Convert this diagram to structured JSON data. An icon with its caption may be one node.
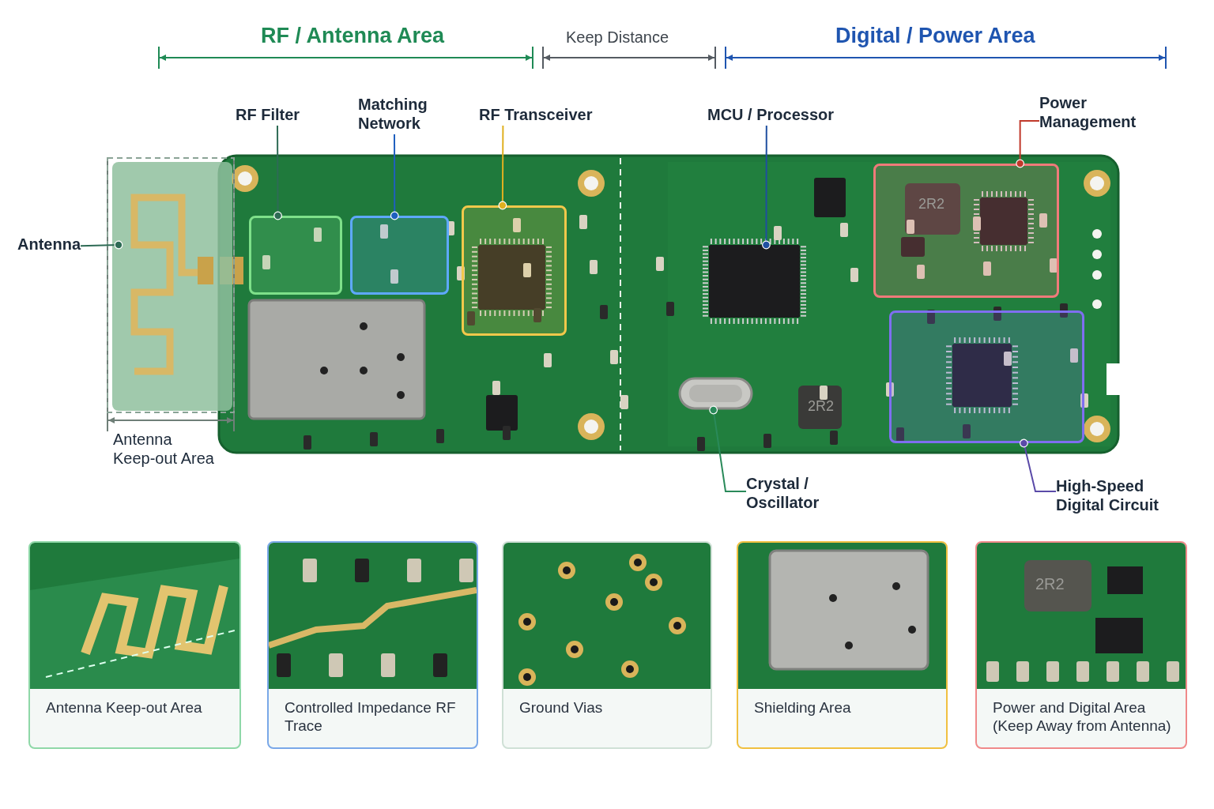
{
  "diagram": {
    "nodes": [
      {
        "text": [
          "Antenna"
        ]
      },
      {
        "text": [],
        "shape": "picture"
      },
      {
        "text": [
          "RF Filter"
        ]
      },
      {
        "text": [],
        "shape": "box"
      },
      {
        "text": [
          "Matching Network"
        ]
      },
      {
        "text": [],
        "shape": "box"
      },
      {
        "text": [
          "RF Transceiver"
        ]
      },
      {
        "text": [],
        "shape": "box"
      },
      {
        "text": [
          "MCU / Processor"
        ]
      },
      {
        "text": [],
        "shape": "box"
      },
      {
        "text": [
          "Power Management"
        ]
      },
      {
        "text": [],
        "shape": "box"
      },
      {
        "text": [
          "Crystal / Oscillator"
        ]
      },
      {
        "text": [],
        "shape": "picture"
      },
      {
        "text": [
          "High-Speed Digital Circuit"
        ]
      },
      {
        "text": [],
        "shape": "box"
      },
      {
        "text": [
          "Antenna Keep-out Area"
        ]
      },
      {
        "text": [
          "Controlled Impedance RF Trace"
        ]
      },
      {
        "text": [
          "Ground Vias"
        ]
      },
      {
        "text": [
          "Shielding Area"
        ]
      },
      {
        "text": [
          "Power and Digital Area (Keep Away from Antenna)"
        ]
      }
    ],
    "edges": [
      {
        "from": 0,
        "to": 1,
        "arrow": "other",
        "color": "#2e6b55"
      },
      {
        "from": 2,
        "to": 3,
        "arrow": "other",
        "color": "#2e6b55"
      },
      {
        "from": 4,
        "to": 5,
        "arrow": "other",
        "color": "#1f5fbf"
      },
      {
        "from": 6,
        "to": 7,
        "arrow": "other",
        "color": "#e0b020"
      },
      {
        "from": 8,
        "to": 9,
        "arrow": "other",
        "color": "#1f4fa0"
      },
      {
        "from": 10,
        "to": 11,
        "arrow": "other",
        "color": "#c0392b"
      },
      {
        "from": 12,
        "to": 13,
        "arrow": "other",
        "color": "#2a8a5a"
      },
      {
        "from": 14,
        "to": 15,
        "arrow": "other",
        "color": "#5a4aa8"
      }
    ],
    "labels": [
      "RF / Antenna Area",
      "Keep Distance",
      "Digital / Power Area",
      "2R2",
      "2R2",
      "Antenna Keep-out Area",
      "2R2"
    ]
  }
}
